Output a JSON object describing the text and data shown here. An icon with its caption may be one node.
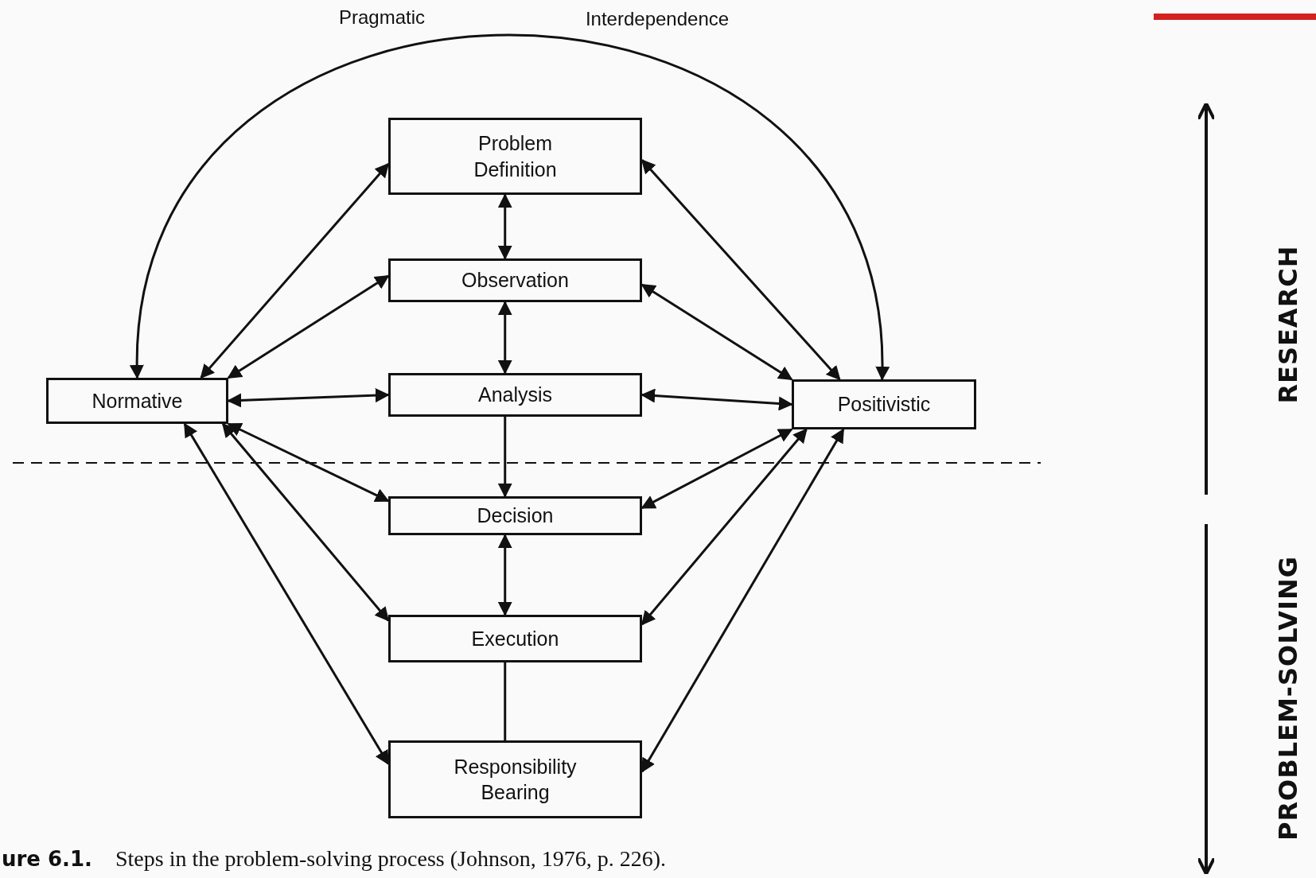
{
  "diagram": {
    "caption": "**ure 6.1.** Steps in the problem-solving process (Johnson, 1976, p. 226).",
    "nodes": [
      {
        "text": [
          "Problem Definition"
        ]
      },
      {
        "text": [
          "Observation"
        ]
      },
      {
        "text": [
          "Normative"
        ]
      },
      {
        "text": [
          "Analysis"
        ]
      },
      {
        "text": [
          "Positivistic"
        ]
      },
      {
        "text": [
          "Decision"
        ]
      },
      {
        "text": [
          "Execution"
        ]
      },
      {
        "text": [
          "Responsibility Bearing"
        ]
      }
    ],
    "edges": [
      {
        "from": 0,
        "to": 1,
        "arrow": "both"
      },
      {
        "from": 1,
        "to": 3,
        "arrow": "both"
      },
      {
        "from": 3,
        "to": 5,
        "arrow": "to"
      },
      {
        "from": 5,
        "to": 6,
        "arrow": "both"
      },
      {
        "from": 6,
        "to": 7,
        "arrow": "none"
      },
      {
        "from": 2,
        "to": 3,
        "arrow": "both"
      },
      {
        "from": 3,
        "to": 4,
        "arrow": "both"
      },
      {
        "from": 2,
        "to": 0,
        "arrow": "both"
      },
      {
        "from": 2,
        "to": 1,
        "arrow": "both"
      },
      {
        "from": 4,
        "to": 0,
        "arrow": "both"
      },
      {
        "from": 4,
        "to": 1,
        "arrow": "both"
      },
      {
        "from": 2,
        "to": 5,
        "arrow": "both"
      },
      {
        "from": 2,
        "to": 6,
        "arrow": "both"
      },
      {
        "from": 2,
        "to": 7,
        "arrow": "both"
      },
      {
        "from": 4,
        "to": 5,
        "arrow": "both"
      },
      {
        "from": 4,
        "to": 6,
        "arrow": "both"
      },
      {
        "from": 4,
        "to": 7,
        "arrow": "both"
      },
      {
        "from": 2,
        "to": 4,
        "arrow": "both"
      }
    ],
    "labels": [
      "Pragmatic",
      "Interdependence",
      "RESEARCH",
      "PROBLEM-SOLVING"
    ]
  }
}
